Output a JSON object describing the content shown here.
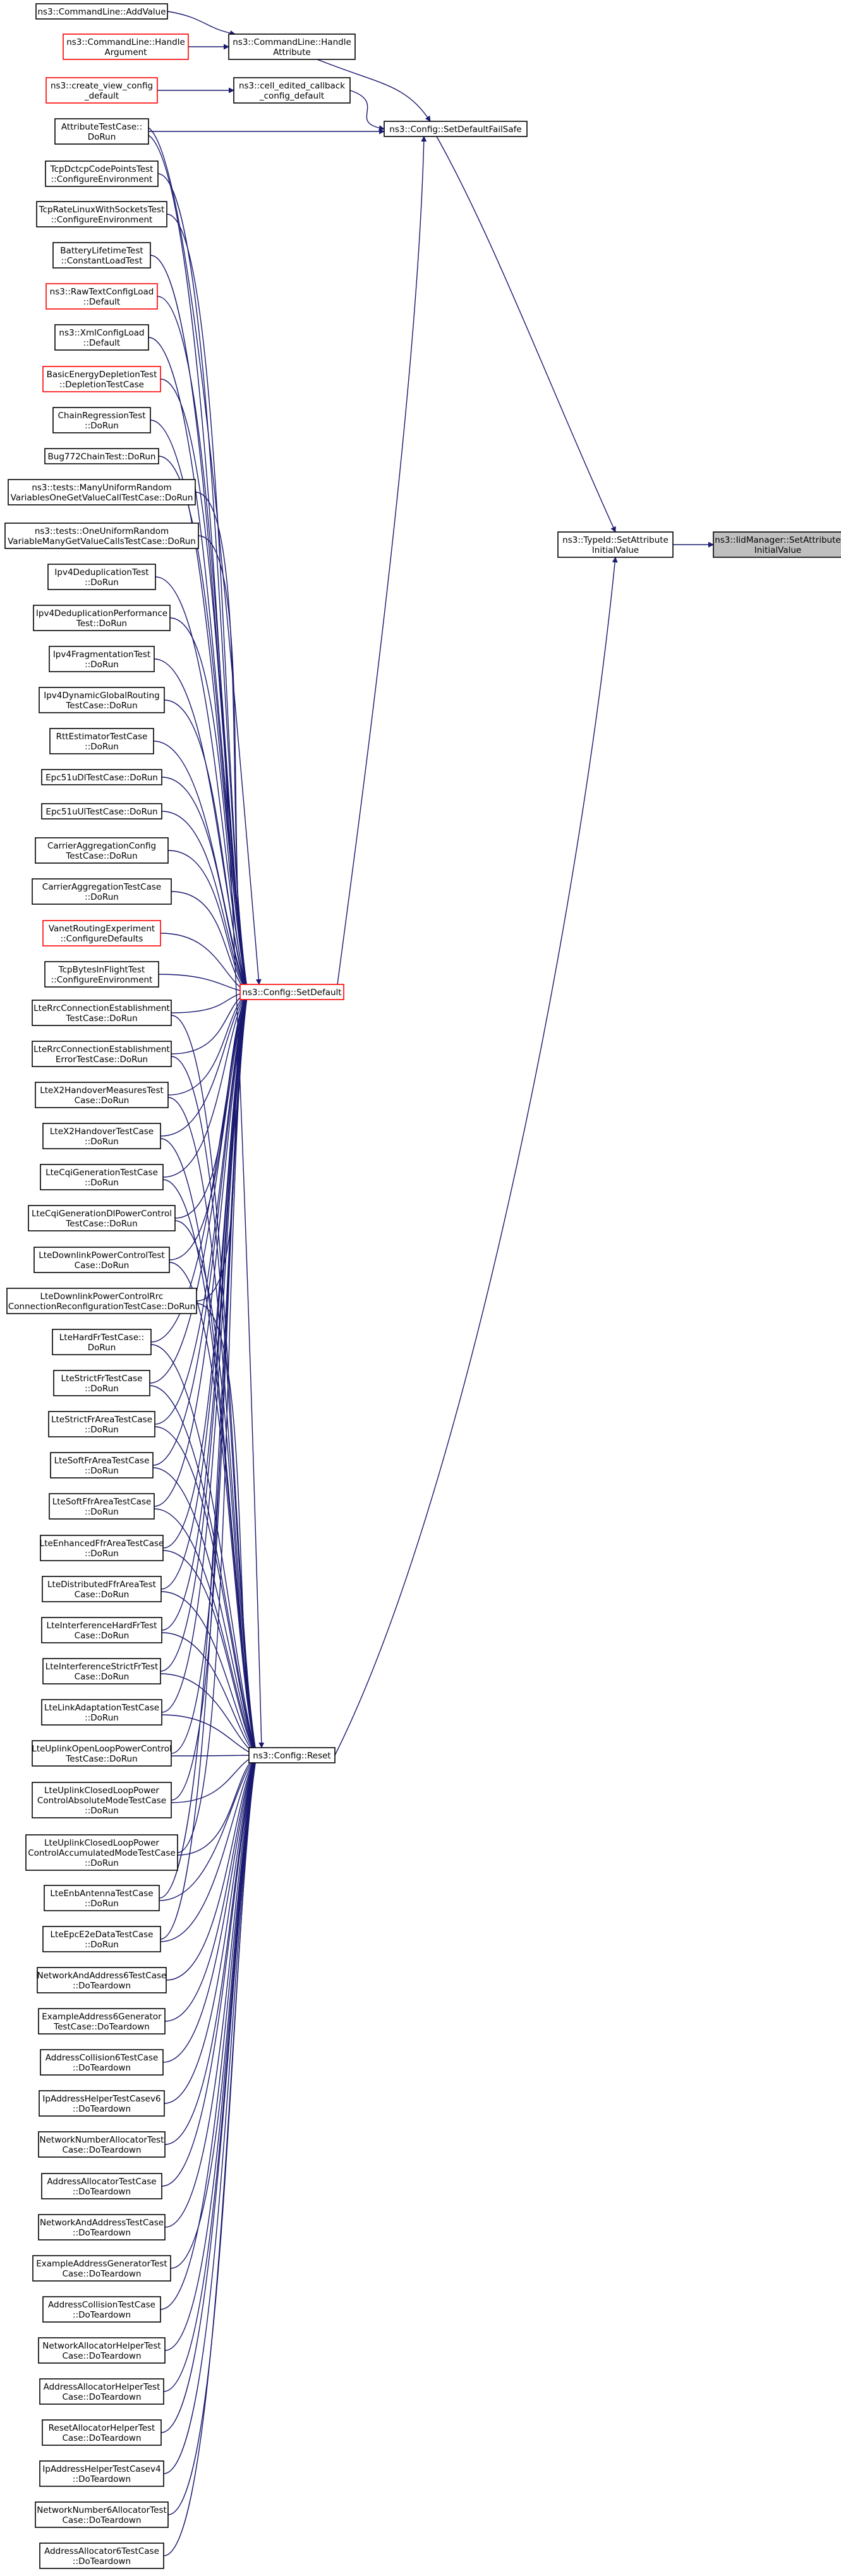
{
  "nodes": {
    "target": [
      "ns3::IidManager::SetAttribute",
      "InitialValue"
    ],
    "typeid": [
      "ns3::TypeId::SetAttribute",
      "InitialValue"
    ],
    "failsafe": [
      "ns3::Config::SetDefaultFailSafe"
    ],
    "setdefault": [
      "ns3::Config::SetDefault"
    ],
    "reset": [
      "ns3::Config::Reset"
    ],
    "handleattr": [
      "ns3::CommandLine::Handle",
      "Attribute"
    ],
    "addvalue": [
      "ns3::CommandLine::AddValue"
    ],
    "handlearg": [
      "ns3::CommandLine::Handle",
      "Argument"
    ],
    "cellcb": [
      "ns3::cell_edited_callback",
      "_config_default"
    ],
    "createview": [
      "ns3::create_view_config",
      "_default"
    ],
    "attrtest": [
      "AttributeTestCase::",
      "DoRun"
    ],
    "callers": [
      [
        "TcpDctcpCodePointsTest",
        "::ConfigureEnvironment"
      ],
      [
        "TcpRateLinuxWithSocketsTest",
        "::ConfigureEnvironment"
      ],
      [
        "BatteryLifetimeTest",
        "::ConstantLoadTest"
      ],
      [
        "ns3::RawTextConfigLoad",
        "::Default"
      ],
      [
        "ns3::XmlConfigLoad",
        "::Default"
      ],
      [
        "BasicEnergyDepletionTest",
        "::DepletionTestCase"
      ],
      [
        "ChainRegressionTest",
        "::DoRun"
      ],
      [
        "Bug772ChainTest::DoRun"
      ],
      [
        "ns3::tests::ManyUniformRandom",
        "VariablesOneGetValueCallTestCase::DoRun"
      ],
      [
        "ns3::tests::OneUniformRandom",
        "VariableManyGetValueCallsTestCase::DoRun"
      ],
      [
        "Ipv4DeduplicationTest",
        "::DoRun"
      ],
      [
        "Ipv4DeduplicationPerformance",
        "Test::DoRun"
      ],
      [
        "Ipv4FragmentationTest",
        "::DoRun"
      ],
      [
        "Ipv4DynamicGlobalRouting",
        "TestCase::DoRun"
      ],
      [
        "RttEstimatorTestCase",
        "::DoRun"
      ],
      [
        "Epc51uDlTestCase::DoRun"
      ],
      [
        "Epc51uUlTestCase::DoRun"
      ],
      [
        "CarrierAggregationConfig",
        "TestCase::DoRun"
      ],
      [
        "CarrierAggregationTestCase",
        "::DoRun"
      ],
      [
        "VanetRoutingExperiment",
        "::ConfigureDefaults"
      ],
      [
        "TcpBytesInFlightTest",
        "::ConfigureEnvironment"
      ],
      [
        "LteRrcConnectionEstablishment",
        "TestCase::DoRun"
      ],
      [
        "LteRrcConnectionEstablishment",
        "ErrorTestCase::DoRun"
      ],
      [
        "LteX2HandoverMeasuresTest",
        "Case::DoRun"
      ],
      [
        "LteX2HandoverTestCase",
        "::DoRun"
      ],
      [
        "LteCqiGenerationTestCase",
        "::DoRun"
      ],
      [
        "LteCqiGenerationDlPowerControl",
        "TestCase::DoRun"
      ],
      [
        "LteDownlinkPowerControlTest",
        "Case::DoRun"
      ],
      [
        "LteDownlinkPowerControlRrc",
        "ConnectionReconfigurationTestCase::DoRun"
      ],
      [
        "LteHardFrTestCase::",
        "DoRun"
      ],
      [
        "LteStrictFrTestCase",
        "::DoRun"
      ],
      [
        "LteStrictFrAreaTestCase",
        "::DoRun"
      ],
      [
        "LteSoftFrAreaTestCase",
        "::DoRun"
      ],
      [
        "LteSoftFfrAreaTestCase",
        "::DoRun"
      ],
      [
        "LteEnhancedFfrAreaTestCase",
        "::DoRun"
      ],
      [
        "LteDistributedFfrAreaTest",
        "Case::DoRun"
      ],
      [
        "LteInterferenceHardFrTest",
        "Case::DoRun"
      ],
      [
        "LteInterferenceStrictFrTest",
        "Case::DoRun"
      ],
      [
        "LteLinkAdaptationTestCase",
        "::DoRun"
      ],
      [
        "LteUplinkOpenLoopPowerControl",
        "TestCase::DoRun"
      ],
      [
        "LteUplinkClosedLoopPower",
        "ControlAbsoluteModeTestCase",
        "::DoRun"
      ],
      [
        "LteUplinkClosedLoopPower",
        "ControlAccumulatedModeTestCase",
        "::DoRun"
      ],
      [
        "LteEnbAntennaTestCase",
        "::DoRun"
      ],
      [
        "LteEpcE2eDataTestCase",
        "::DoRun"
      ],
      [
        "NetworkAndAddress6TestCase",
        "::DoTeardown"
      ],
      [
        "ExampleAddress6Generator",
        "TestCase::DoTeardown"
      ],
      [
        "AddressCollision6TestCase",
        "::DoTeardown"
      ],
      [
        "IpAddressHelperTestCasev6",
        "::DoTeardown"
      ],
      [
        "NetworkNumberAllocatorTest",
        "Case::DoTeardown"
      ],
      [
        "AddressAllocatorTestCase",
        "::DoTeardown"
      ],
      [
        "NetworkAndAddressTestCase",
        "::DoTeardown"
      ],
      [
        "ExampleAddressGeneratorTest",
        "Case::DoTeardown"
      ],
      [
        "AddressCollisionTestCase",
        "::DoTeardown"
      ],
      [
        "NetworkAllocatorHelperTest",
        "Case::DoTeardown"
      ],
      [
        "AddressAllocatorHelperTest",
        "Case::DoTeardown"
      ],
      [
        "ResetAllocatorHelperTest",
        "Case::DoTeardown"
      ],
      [
        "IpAddressHelperTestCasev4",
        "::DoTeardown"
      ],
      [
        "NetworkNumber6AllocatorTest",
        "Case::DoTeardown"
      ],
      [
        "AddressAllocator6TestCase",
        "::DoTeardown"
      ]
    ]
  },
  "colors": {
    "edge": "#191970",
    "node_border": "#000000",
    "undocumented_border": "#ff0000",
    "highlighted_fill": "#bfbfbf"
  }
}
